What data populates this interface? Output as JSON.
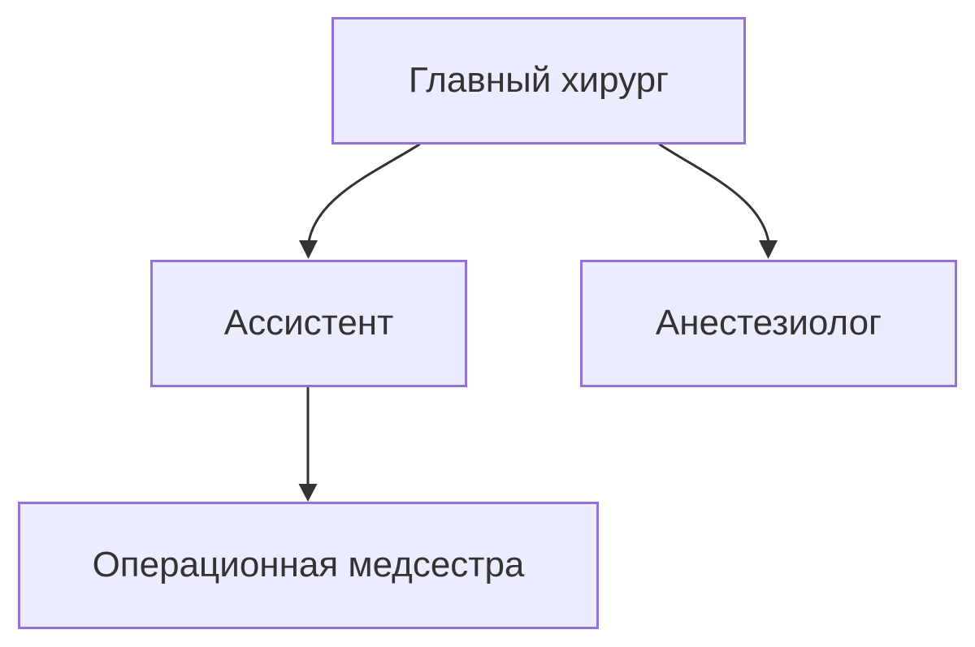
{
  "diagram": {
    "type": "flowchart-top-down",
    "background_color": "#ffffff",
    "node_fill_color": "#ECECFF",
    "node_border_color": "#9370DB",
    "edge_color": "#333333",
    "text_color": "#333333",
    "nodes": [
      {
        "id": "chief-surgeon",
        "label": "Главный хирург"
      },
      {
        "id": "assistant",
        "label": "Ассистент"
      },
      {
        "id": "anesthesiologist",
        "label": "Анестезиолог"
      },
      {
        "id": "operating-nurse",
        "label": "Операционная медсестра"
      }
    ],
    "edges": [
      {
        "from": "Главный хирург",
        "to": "Ассистент"
      },
      {
        "from": "Главный хирург",
        "to": "Анестезиолог"
      },
      {
        "from": "Ассистент",
        "to": "Операционная медсестра"
      }
    ]
  }
}
